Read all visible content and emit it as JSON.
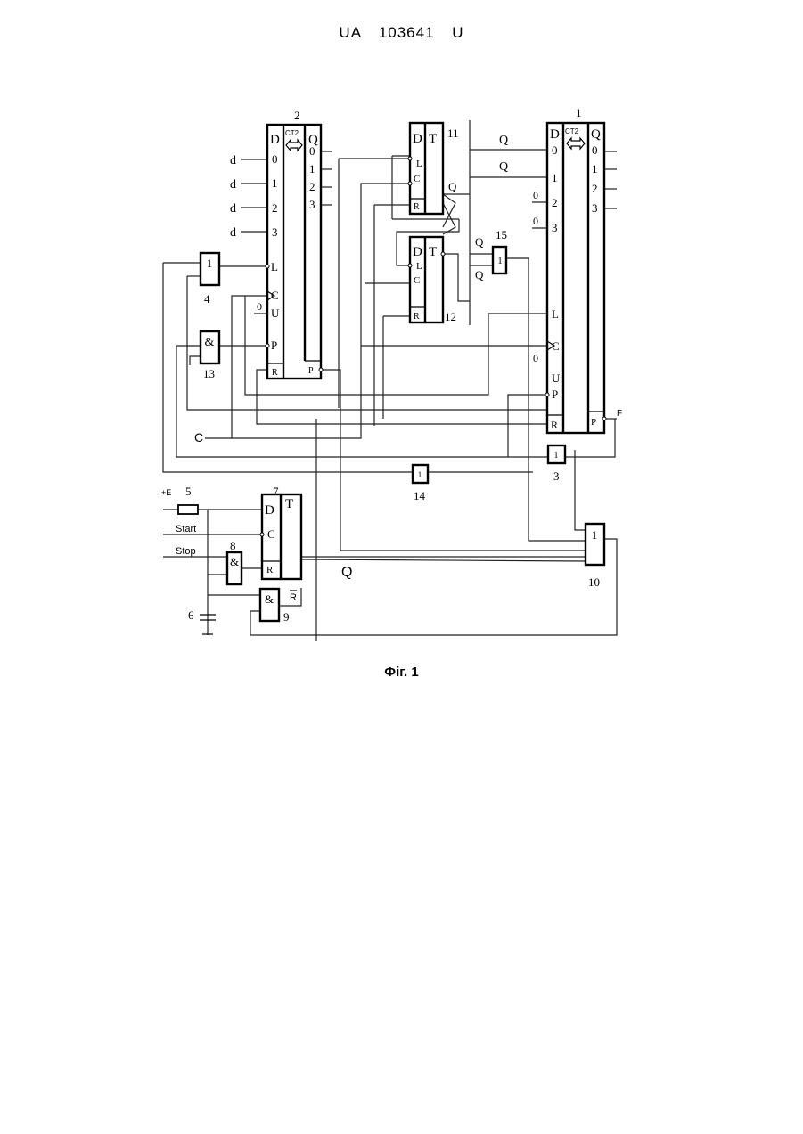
{
  "header": {
    "title": "UA 103641 U"
  },
  "caption": "Фіг. 1",
  "counter2": {
    "ref": "2",
    "title": "CT2",
    "d": "D",
    "q": "Q",
    "inputs": [
      "0",
      "1",
      "2",
      "3"
    ],
    "outputs": [
      "0",
      "1",
      "2",
      "3"
    ],
    "controls": [
      "L",
      "C",
      "U"
    ],
    "u_const": "0",
    "p0": "P",
    "r": "R",
    "p4": "P"
  },
  "counter1": {
    "ref": "1",
    "title": "CT2",
    "d": "D",
    "q": "Q",
    "inputs": [
      "0",
      "1",
      "2",
      "3"
    ],
    "outputs": [
      "0",
      "1",
      "2",
      "3"
    ],
    "const_in": [
      "0",
      "0"
    ],
    "controls": [
      "L",
      "C",
      "U"
    ],
    "u_const": "0",
    "p0": "P",
    "r": "R",
    "p4": "P",
    "out_f": "F"
  },
  "flipflop11": {
    "ref": "11",
    "d": "D",
    "t": "T",
    "l": "L",
    "c": "C",
    "r": "R",
    "q_label": "Q"
  },
  "flipflop12": {
    "ref": "12",
    "d": "D",
    "t": "T",
    "l": "L",
    "c": "C",
    "r": "R"
  },
  "flipflop7": {
    "ref": "7",
    "d": "D",
    "t": "T",
    "c": "C",
    "r": "R"
  },
  "gates": {
    "g4": {
      "ref": "4",
      "symbol": "1"
    },
    "g13": {
      "ref": "13",
      "symbol": "&"
    },
    "g15": {
      "ref": "15",
      "symbol": "1"
    },
    "g3": {
      "ref": "3",
      "symbol": "1"
    },
    "g14": {
      "ref": "14",
      "symbol": "1"
    },
    "g8": {
      "ref": "8",
      "symbol": "&"
    },
    "g9": {
      "ref": "9",
      "symbol": "&"
    },
    "g10": {
      "ref": "10",
      "symbol": "1"
    }
  },
  "inputs": {
    "d": "d",
    "c": "C",
    "power": "+E",
    "start": "Start",
    "stop": "Stop"
  },
  "components": {
    "resistor": "5",
    "capacitor": "6"
  },
  "labels": {
    "q_out": "Q",
    "r_bar": "R",
    "q": "Q"
  }
}
